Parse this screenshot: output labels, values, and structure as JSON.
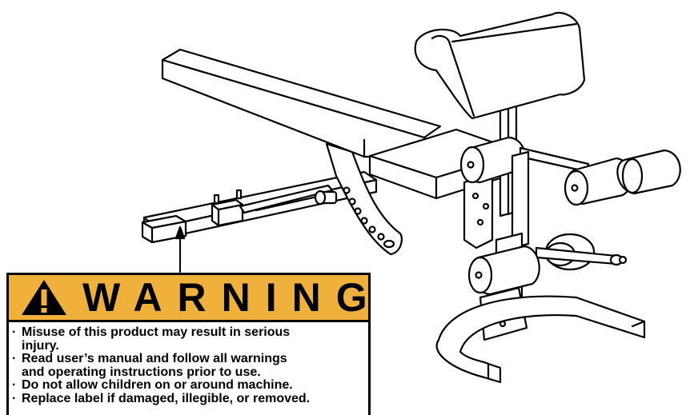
{
  "warning": {
    "title": "WARNING",
    "icon": "exclamation-triangle-icon",
    "header_color": "#f0b03c",
    "bullet": "·",
    "items": [
      "Misuse of this product may result in serious\ninjury.",
      "Read user’s manual and follow all warnings\nand operating instructions prior to use.",
      "Do not allow children on or around machine.",
      "Replace label if damaged, illegible, or  removed."
    ]
  }
}
